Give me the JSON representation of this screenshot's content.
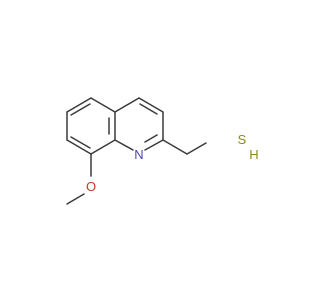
{
  "molecule": {
    "atoms": [
      {
        "id": "ring-nitrogen",
        "symbol": "N",
        "color": "#4a4aa8"
      },
      {
        "id": "ether-oxygen",
        "symbol": "O",
        "color": "#c23b22"
      },
      {
        "id": "thiol-sulfur",
        "symbol": "S",
        "color": "#8a8a1a"
      },
      {
        "id": "thiol-hydrogen",
        "symbol": "H",
        "color": "#8a8a1a"
      }
    ],
    "bond_color": "#3a3a3a"
  }
}
